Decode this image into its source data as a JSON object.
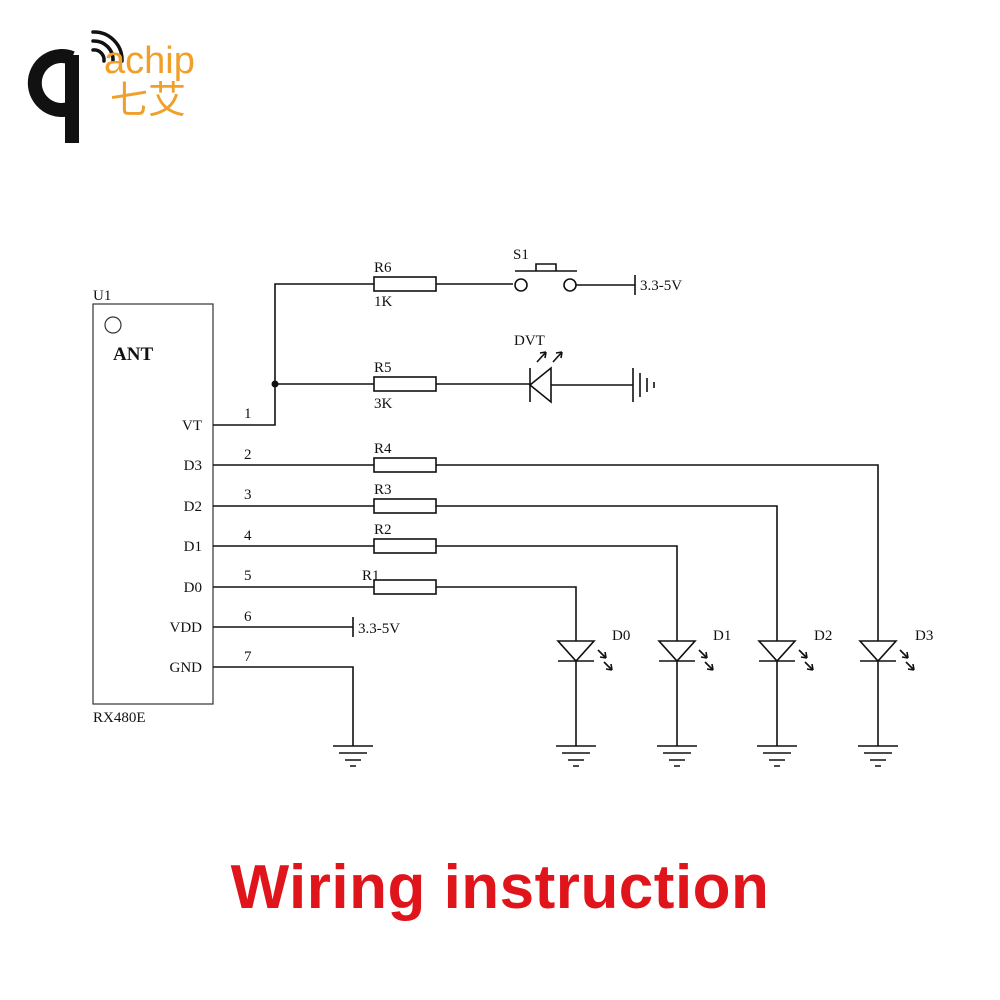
{
  "logo": {
    "brand_text": "achip",
    "brand_chinese": "七艾",
    "colors": {
      "mark": "#111111",
      "text": "#f0a02a"
    }
  },
  "schematic": {
    "module": {
      "ref": "U1",
      "antenna_label": "ANT",
      "part_name": "RX480E",
      "pins": [
        {
          "number": "1",
          "name": "VT"
        },
        {
          "number": "2",
          "name": "D3"
        },
        {
          "number": "3",
          "name": "D2"
        },
        {
          "number": "4",
          "name": "D1"
        },
        {
          "number": "5",
          "name": "D0"
        },
        {
          "number": "6",
          "name": "VDD"
        },
        {
          "number": "7",
          "name": "GND"
        }
      ]
    },
    "resistors": [
      {
        "ref": "R6",
        "value": "1K"
      },
      {
        "ref": "R5",
        "value": "3K"
      },
      {
        "ref": "R4",
        "value": ""
      },
      {
        "ref": "R3",
        "value": ""
      },
      {
        "ref": "R2",
        "value": ""
      },
      {
        "ref": "R1",
        "value": ""
      }
    ],
    "switch": {
      "ref": "S1"
    },
    "supply_labels": [
      "3.3-5V",
      "3.3-5V"
    ],
    "indicator_led": {
      "ref": "DVT"
    },
    "output_leds": [
      "D0",
      "D1",
      "D2",
      "D3"
    ]
  },
  "caption": "Wiring instruction"
}
